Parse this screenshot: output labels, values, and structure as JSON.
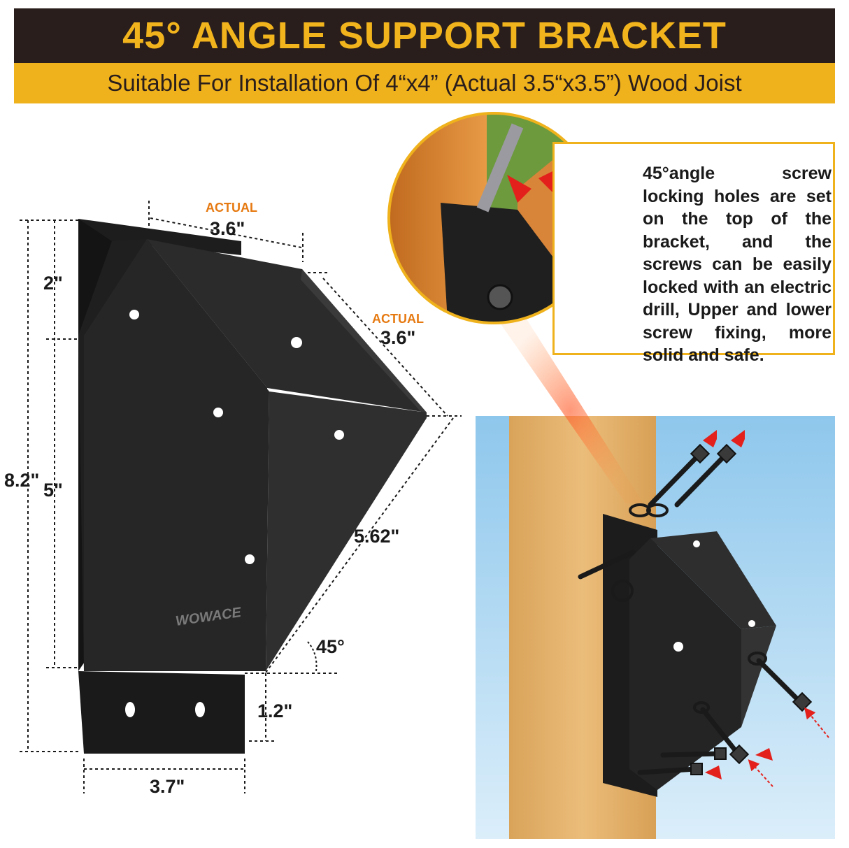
{
  "header": {
    "title": "45° ANGLE SUPPORT BRACKET",
    "subtitle": "Suitable For Installation Of 4“x4” (Actual 3.5“x3.5”) Wood Joist"
  },
  "dimensions": {
    "actual_label_top": "ACTUAL",
    "width_top": "3.6\"",
    "actual_label_side": "ACTUAL",
    "width_side": "3.6\"",
    "height_top_section": "2\"",
    "total_height": "8.2\"",
    "main_height": "5\"",
    "diagonal_length": "5.62\"",
    "angle": "45°",
    "foot_height": "1.2\"",
    "foot_width": "3.7\""
  },
  "product": {
    "brand_mark": "WOWACE"
  },
  "callout": {
    "text": "45°angle screw locking holes are set on the top of the bracket, and the screws can be easily locked with an electric drill, Upper and lower screw fixing, more solid and safe."
  },
  "colors": {
    "banner_dark": "#2a1e1c",
    "banner_gold": "#efb21c",
    "accent_orange": "#e67a12",
    "arrow_red": "#e3201b",
    "wood": "#e6b66f",
    "sky": "#a8d4f0"
  }
}
